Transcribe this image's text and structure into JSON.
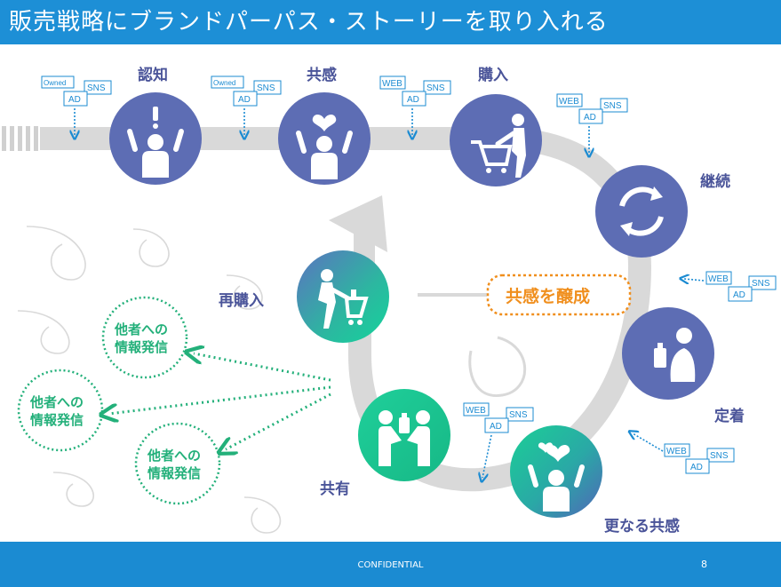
{
  "title": "販売戦略にブランドパーパス・ストーリーを取り入れる",
  "stages": {
    "recognition": "認知",
    "empathy": "共感",
    "purchase": "購入",
    "continuation": "継続",
    "establishment": "定着",
    "further_empathy": "更なる共感",
    "sharing": "共有",
    "repurchase": "再購入"
  },
  "center_label": "共感を醸成",
  "share_bubble": {
    "line1": "他者への",
    "line2": "情報発信"
  },
  "tags": {
    "owned": "Owned",
    "ad": "AD",
    "sns": "SNS",
    "web": "WEB"
  },
  "footer": {
    "confidential": "CONFIDENTIAL",
    "page": "8"
  },
  "colors": {
    "header": "#1d8fd6",
    "stage_circle": "#5d6db4",
    "share_green": "#23b07a",
    "center_orange": "#f08f1e",
    "track": "#d9d9d9"
  }
}
